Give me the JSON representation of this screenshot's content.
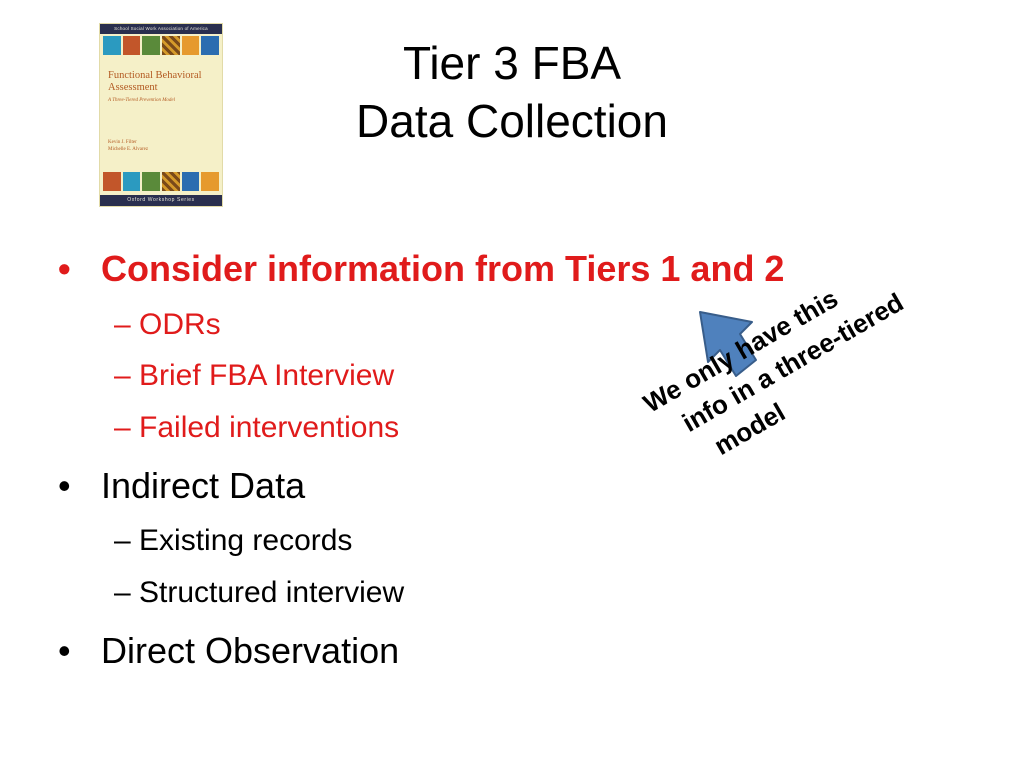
{
  "slide": {
    "title_lines": [
      "Tier 3 FBA",
      "Data Collection"
    ],
    "bullets": [
      {
        "text": "Consider information from Tiers 1 and 2",
        "color": "#e01b1b",
        "bold": true
      },
      {
        "text": "Indirect Data",
        "color": "#000000",
        "bold": false
      },
      {
        "text": "Direct Observation",
        "color": "#000000",
        "bold": false
      }
    ],
    "sub_bullets_tiers": [
      "– ODRs",
      "– Brief FBA Interview",
      "– Failed interventions"
    ],
    "sub_bullets_indirect": [
      "– Existing records",
      "– Structured interview"
    ],
    "bullet_glyph": "•",
    "note_lines": [
      "We only have this",
      "info in a three-tiered",
      "model"
    ],
    "colors": {
      "accent_red": "#e01b1b",
      "arrow_fill": "#4f81bd",
      "arrow_stroke": "#385d8a"
    }
  },
  "book": {
    "series": "School Social Work Association of America",
    "title": "Functional Behavioral Assessment",
    "subtitle": "A Three-Tiered Prevention Model",
    "authors": [
      "Kevin J. Filter",
      "Michelle E. Alvarez"
    ],
    "footer": "Oxford Workshop Series",
    "square_colors": [
      "#2b9ac0",
      "#c2562a",
      "#5a8a3a",
      "pattern",
      "#e69a2e",
      "#2b6db0"
    ]
  }
}
